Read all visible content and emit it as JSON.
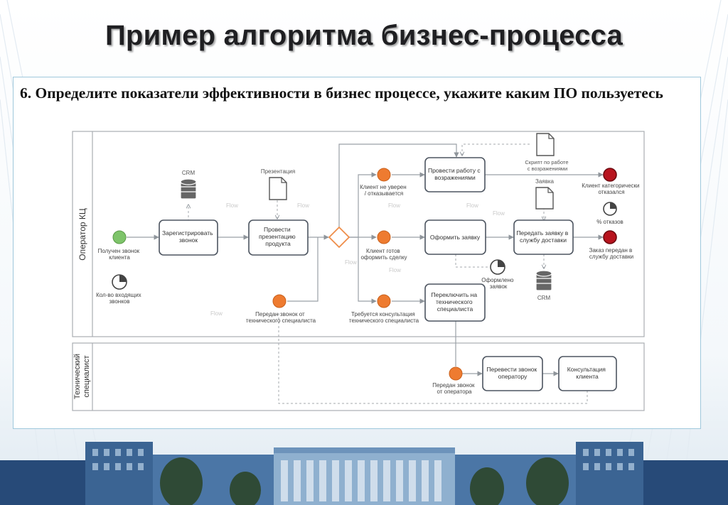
{
  "slide": {
    "title": "Пример алгоритма бизнес-процесса",
    "task": "6. Определите показатели эффективности в бизнес процессе, укажите каким ПО пользуетесь"
  },
  "diagram": {
    "lanes": {
      "operator": "Оператор КЦ",
      "technical": [
        "Технический",
        "специалист"
      ]
    },
    "artifacts": {
      "crm_top": "CRM",
      "presentation": "Презентация",
      "script": [
        "Скрипт по работе",
        "с возражениями"
      ],
      "request": "Заявка",
      "crm_bottom": "CRM"
    },
    "events": {
      "call_received": [
        "Получен звонок",
        "клиента"
      ],
      "incoming_calls_kpi": [
        "Кол-во входящих",
        "звонков"
      ],
      "from_tech": [
        "Передан звонок от",
        "технического специалиста"
      ],
      "client_unsure": [
        "Клиент не уверен",
        "/ отказывается"
      ],
      "client_ready": [
        "Клиент готов",
        "оформить сделку"
      ],
      "need_consult": [
        "Требуется консультация",
        "технического специалиста"
      ],
      "client_refused": [
        "Клиент категорически",
        "отказался"
      ],
      "refusal_pct": "% отказов",
      "order_sent": [
        "Заказ передан в",
        "службу доставки"
      ],
      "requests_done": [
        "Оформлено",
        "заявок"
      ],
      "from_operator": [
        "Передан звонок",
        "от оператора"
      ]
    },
    "tasks": {
      "register_call": [
        "Зарегистрировать",
        "звонок"
      ],
      "presentation": [
        "Провести",
        "презентацию",
        "продукта"
      ],
      "objections": [
        "Провести работу с",
        "возражениями"
      ],
      "make_request": "Оформить заявку",
      "transfer_delivery": [
        "Передать заявку в",
        "службу доставки"
      ],
      "switch_tech": [
        "Переключить на",
        "технического",
        "специалиста"
      ],
      "transfer_back": [
        "Перевести звонок",
        "оператору"
      ],
      "consultation": [
        "Консультация",
        "клиента"
      ]
    },
    "colors": {
      "start": "#7ec46a",
      "intermediate": "#ee7b30",
      "end": "#b8141e",
      "gateway": "#ef8e4a",
      "task_stroke": "#4d5560",
      "edge": "#9aa0a6"
    }
  }
}
